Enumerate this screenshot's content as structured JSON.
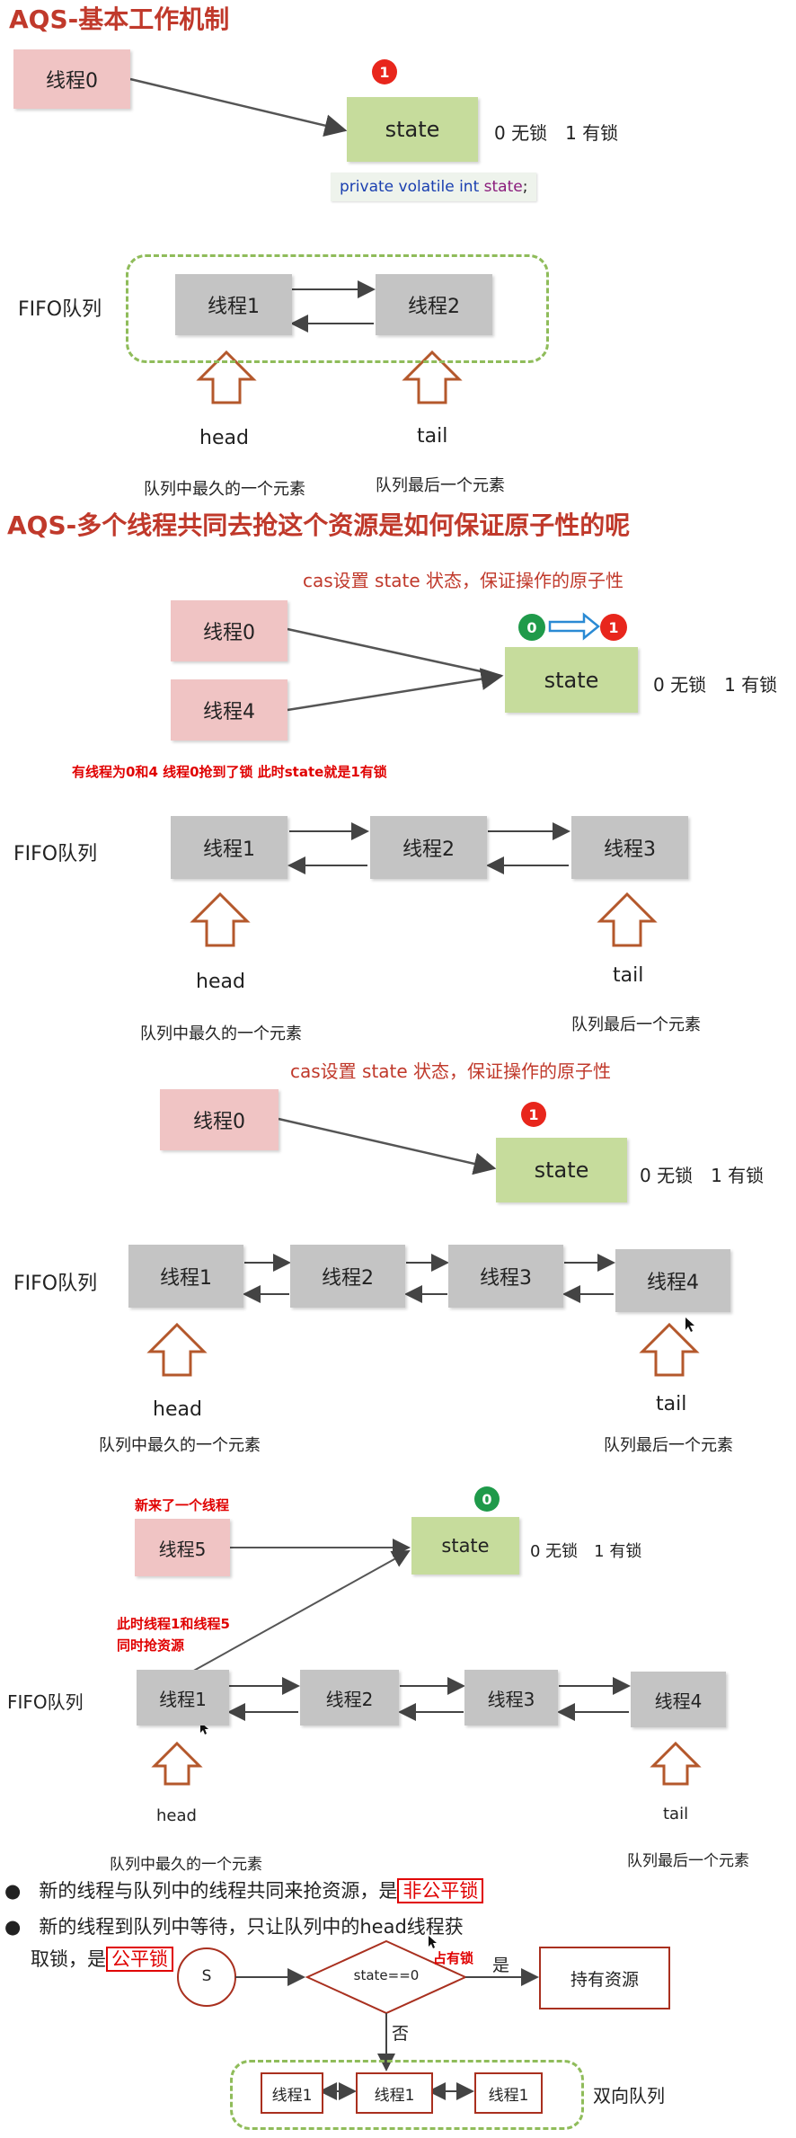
{
  "section1": {
    "title": "AQS-基本工作机制",
    "thread0": "线程0",
    "badge": "1",
    "state": "state",
    "state_desc": "0 无锁　1 有锁",
    "code_kw": "private volatile int",
    "code_var": "state",
    "code_end": ";",
    "fifo_label": "FIFO队列",
    "q1": "线程1",
    "q2": "线程2",
    "head": "head",
    "tail": "tail",
    "head_desc": "队列中最久的一个元素",
    "tail_desc": "队列最后一个元素"
  },
  "section2": {
    "title": "AQS-多个线程共同去抢这个资源是如何保证原子性的呢",
    "cas_note": "cas设置 state 状态，保证操作的原子性",
    "badge_from": "0",
    "badge_to": "1",
    "thread0": "线程0",
    "thread4": "线程4",
    "state": "state",
    "state_desc": "0 无锁　1 有锁",
    "red_note": "有线程为0和4 线程0抢到了锁 此时state就是1有锁",
    "fifo_label": "FIFO队列",
    "q1": "线程1",
    "q2": "线程2",
    "q3": "线程3",
    "head": "head",
    "tail": "tail",
    "head_desc": "队列中最久的一个元素",
    "tail_desc": "队列最后一个元素"
  },
  "section3": {
    "cas_note": "cas设置 state 状态，保证操作的原子性",
    "thread0": "线程0",
    "badge": "1",
    "state": "state",
    "state_desc": "0 无锁　1 有锁",
    "fifo_label": "FIFO队列",
    "q1": "线程1",
    "q2": "线程2",
    "q3": "线程3",
    "q4": "线程4",
    "head": "head",
    "tail": "tail",
    "head_desc": "队列中最久的一个元素",
    "tail_desc": "队列最后一个元素"
  },
  "section4": {
    "new_thread_note": "新来了一个线程",
    "thread5": "线程5",
    "badge": "0",
    "state": "state",
    "state_desc": "0 无锁　1 有锁",
    "compete_note_1": "此时线程1和线程5",
    "compete_note_2": "同时抢资源",
    "fifo_label": "FIFO队列",
    "q1": "线程1",
    "q2": "线程2",
    "q3": "线程3",
    "q4": "线程4",
    "head": "head",
    "tail": "tail",
    "head_desc": "队列中最久的一个元素",
    "tail_desc": "队列最后一个元素"
  },
  "bullets": {
    "b1_text": "新的线程与队列中的线程共同来抢资源，是",
    "b1_tag": "非公平锁",
    "b2_line1": "新的线程到队列中等待，只让队列中的head线程获",
    "b2_line2": "取锁，是",
    "b2_tag": "公平锁"
  },
  "flow": {
    "start": "S",
    "decision": "state==0",
    "occupied": "占有锁",
    "yes": "是",
    "hold": "持有资源",
    "no": "否",
    "q1": "线程1",
    "q2": "线程1",
    "q3": "线程1",
    "deque_label": "双向队列"
  }
}
